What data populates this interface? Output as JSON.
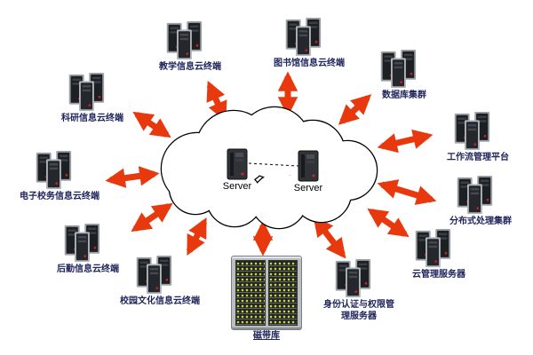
{
  "diagram": {
    "type": "cloud-network-topology",
    "cloud": {
      "servers": [
        {
          "label": "Server"
        },
        {
          "label": "Server"
        }
      ]
    },
    "nodes": [
      {
        "id": "teaching-terminal",
        "label": "教学信息云终端",
        "icon": "pc-cluster"
      },
      {
        "id": "library-terminal",
        "label": "图书馆信息云终端",
        "icon": "pc-cluster"
      },
      {
        "id": "database-cluster",
        "label": "数据库集群",
        "icon": "pc-cluster"
      },
      {
        "id": "research-terminal",
        "label": "科研信息云终端",
        "icon": "pc-cluster"
      },
      {
        "id": "workflow-platform",
        "label": "工作流管理平台",
        "icon": "pc-cluster"
      },
      {
        "id": "e-campus-terminal",
        "label": "电子校务信息云终端",
        "icon": "pc-cluster"
      },
      {
        "id": "distributed-cluster",
        "label": "分布式处理集群",
        "icon": "pc-cluster"
      },
      {
        "id": "logistics-terminal",
        "label": "后勤信息云终端",
        "icon": "pc-cluster"
      },
      {
        "id": "cloud-mgmt-server",
        "label": "云管理服务器",
        "icon": "pc-cluster"
      },
      {
        "id": "campus-culture-terminal",
        "label": "校园文化信息云终端",
        "icon": "pc-cluster"
      },
      {
        "id": "identity-auth-server",
        "label": "身份认证与权限管理服务器",
        "icon": "pc-cluster"
      },
      {
        "id": "tape-library",
        "label": "磁带库",
        "icon": "server-rack"
      }
    ],
    "colors": {
      "arrow": "#e8380d",
      "cloud_fill": "#ffffff",
      "cloud_outline": "#000000",
      "label_text": "#20255c",
      "rack_led": "#d8e44e"
    }
  }
}
